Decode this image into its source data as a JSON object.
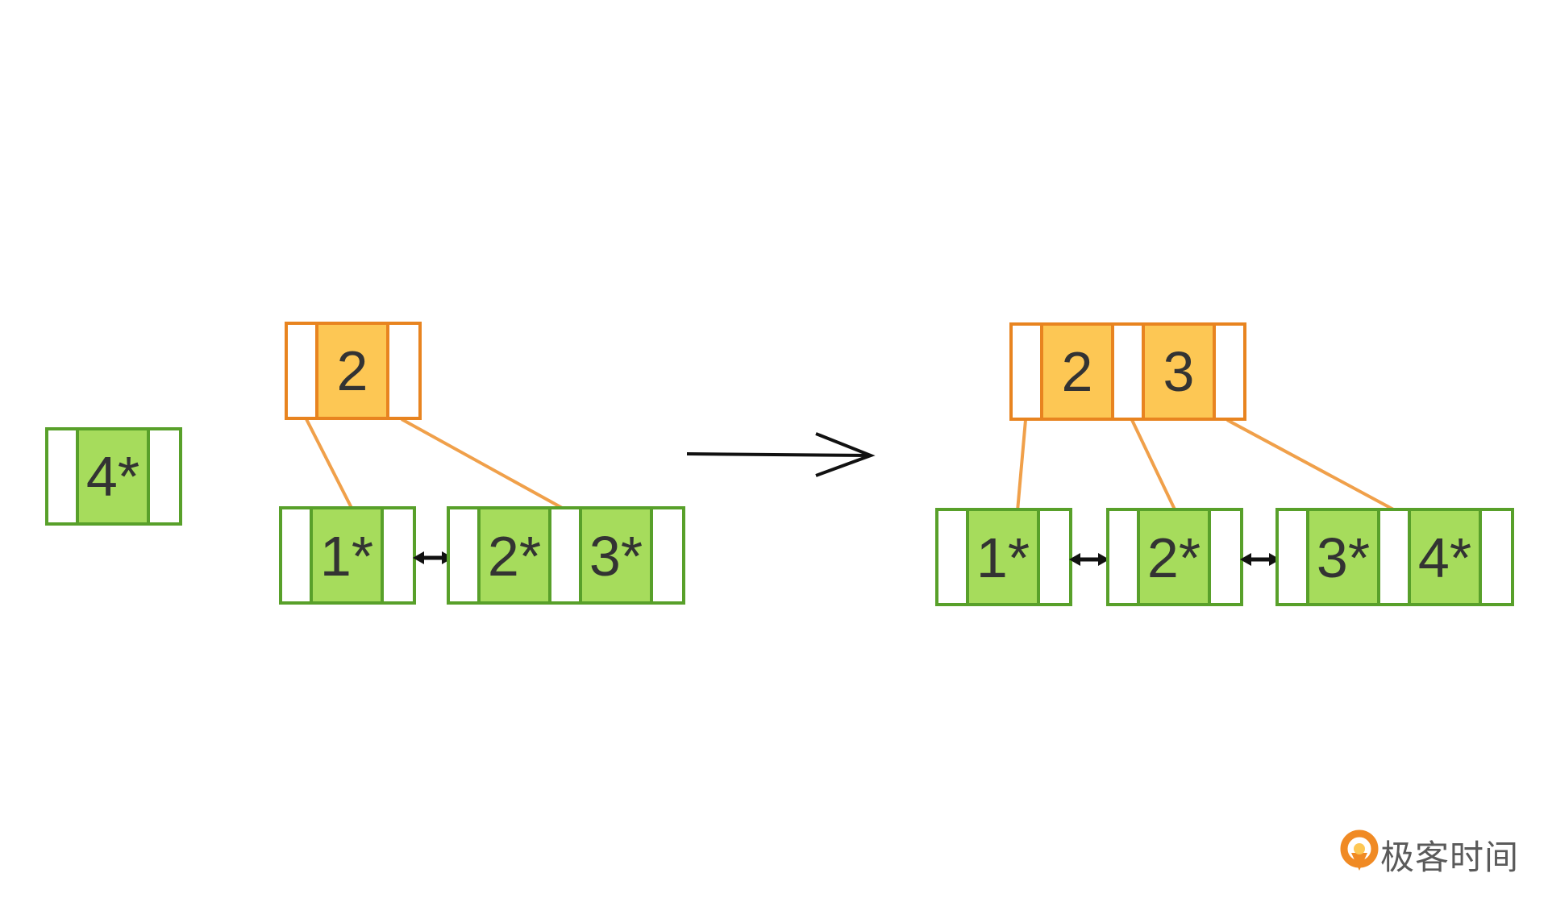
{
  "colors": {
    "leaf_border": "#58a02a",
    "leaf_fill": "#a6dc5c",
    "internal_border": "#e88420",
    "internal_fill": "#fdc754",
    "edge": "#f0a04a",
    "arrow": "#111111",
    "text": "#333333"
  },
  "before": {
    "new_key": "4*",
    "root_keys": [
      "2"
    ],
    "leaf_left": [
      "1*"
    ],
    "leaf_right": [
      "2*",
      "3*"
    ]
  },
  "after": {
    "root_keys": [
      "2",
      "3"
    ],
    "leaves": [
      [
        "1*"
      ],
      [
        "2*"
      ],
      [
        "3*",
        "4*"
      ]
    ]
  },
  "logo": {
    "text": "极客时间",
    "icon": "geektime-logo-icon"
  }
}
